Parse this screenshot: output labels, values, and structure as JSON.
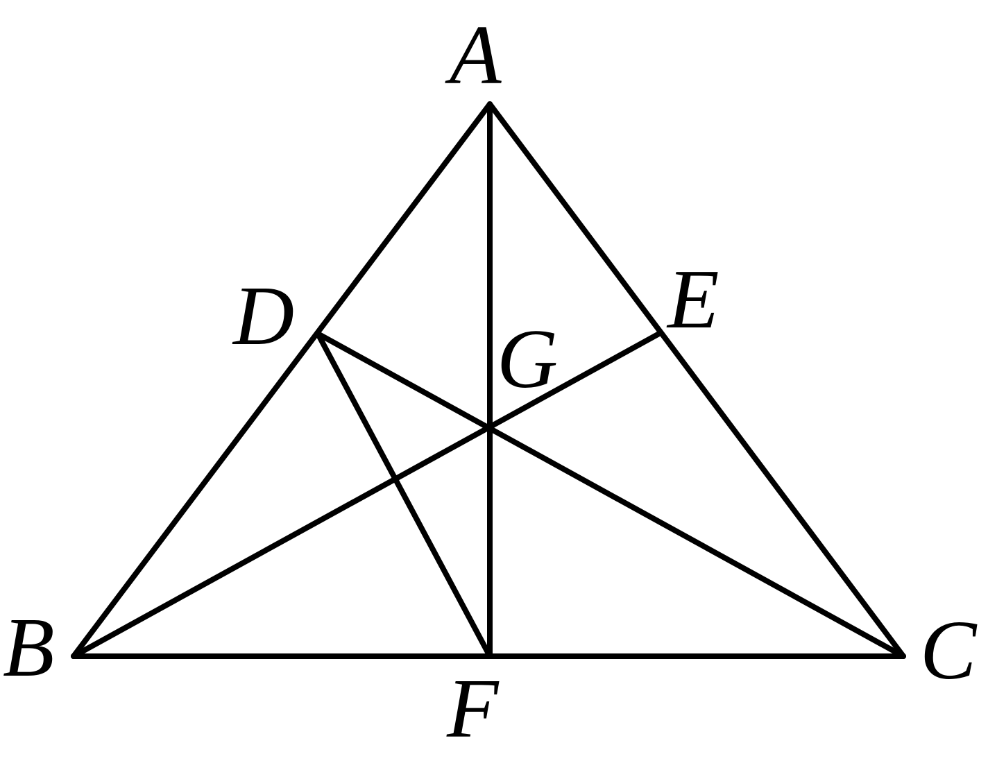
{
  "figure": {
    "stroke_color": "#000000",
    "background_color": "#ffffff",
    "labels": {
      "A": "A",
      "B": "B",
      "C": "C",
      "D": "D",
      "E": "E",
      "F": "F",
      "G": "G"
    },
    "segments": [
      [
        "A",
        "B"
      ],
      [
        "A",
        "C"
      ],
      [
        "B",
        "C"
      ],
      [
        "A",
        "F"
      ],
      [
        "B",
        "E"
      ],
      [
        "C",
        "D"
      ],
      [
        "D",
        "F"
      ]
    ]
  }
}
